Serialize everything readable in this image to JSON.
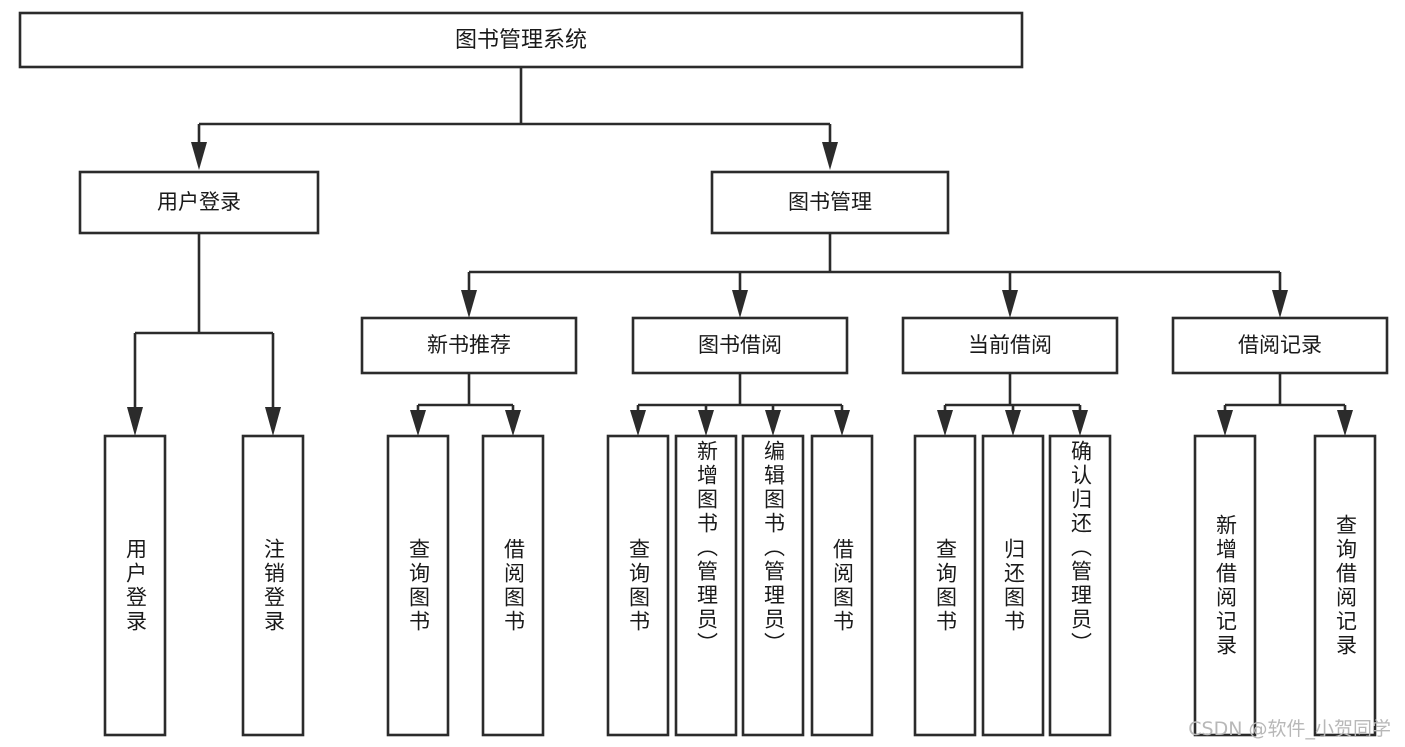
{
  "diagram": {
    "type": "tree-hierarchy",
    "title_node": {
      "label": "图书管理系统"
    },
    "level2": [
      {
        "id": "user-login",
        "label": "用户登录"
      },
      {
        "id": "book-management",
        "label": "图书管理"
      }
    ],
    "level3": [
      {
        "id": "new-book-recommend",
        "label": "新书推荐",
        "parent": "book-management"
      },
      {
        "id": "book-borrow",
        "label": "图书借阅",
        "parent": "book-management"
      },
      {
        "id": "current-borrow",
        "label": "当前借阅",
        "parent": "book-management"
      },
      {
        "id": "borrow-record",
        "label": "借阅记录",
        "parent": "book-management"
      }
    ],
    "leaves": [
      {
        "id": "leaf-user-login",
        "label": "用户登录",
        "parent": "user-login"
      },
      {
        "id": "leaf-logout-login",
        "label": "注销登录",
        "parent": "user-login"
      },
      {
        "id": "leaf-query-book-1",
        "label": "查询图书",
        "parent": "new-book-recommend"
      },
      {
        "id": "leaf-borrow-book-1",
        "label": "借阅图书",
        "parent": "new-book-recommend"
      },
      {
        "id": "leaf-query-book-2",
        "label": "查询图书",
        "parent": "book-borrow"
      },
      {
        "id": "leaf-add-book",
        "label": "新增图书（管理员）",
        "parent": "book-borrow"
      },
      {
        "id": "leaf-edit-book",
        "label": "编辑图书（管理员）",
        "parent": "book-borrow"
      },
      {
        "id": "leaf-borrow-book-2",
        "label": "借阅图书",
        "parent": "book-borrow"
      },
      {
        "id": "leaf-query-book-3",
        "label": "查询图书",
        "parent": "current-borrow"
      },
      {
        "id": "leaf-return-book",
        "label": "归还图书",
        "parent": "current-borrow"
      },
      {
        "id": "leaf-confirm-return",
        "label": "确认归还（管理员）",
        "parent": "current-borrow"
      },
      {
        "id": "leaf-add-record",
        "label": "新增借阅记录",
        "parent": "borrow-record"
      },
      {
        "id": "leaf-query-record",
        "label": "查询借阅记录",
        "parent": "borrow-record"
      }
    ],
    "colors": {
      "stroke": "#2b2b2b",
      "fill": "#ffffff",
      "text": "#1a1a1a",
      "watermark": "#b8b8b8"
    }
  },
  "watermark": {
    "text": "CSDN @软件_小贺同学"
  }
}
